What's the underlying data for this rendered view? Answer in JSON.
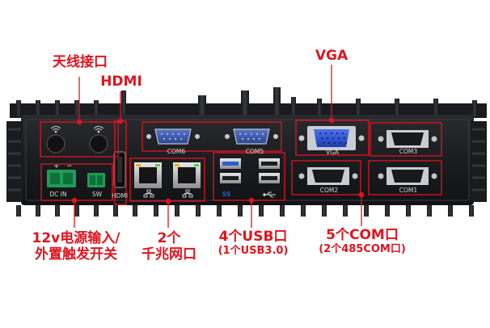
{
  "callouts": {
    "antenna": "天线接口",
    "hdmi": "HDMI",
    "vga": "VGA",
    "power": [
      "12v电源输入/",
      "外置触发开关"
    ],
    "lan": [
      "2个",
      "千兆网口"
    ],
    "usb": [
      "4个USB口",
      "(1个USB3.0)"
    ],
    "com": [
      "5个COM口",
      "(2个485COM口)"
    ]
  },
  "panel_labels": {
    "com6": "COM6",
    "com5": "COM5",
    "vga": "VGA",
    "com3": "COM3",
    "com2": "COM2",
    "com1": "COM1",
    "hdmi": "HDMI",
    "dcin": "DC IN",
    "sw": "SW",
    "ss": "SS"
  },
  "colors": {
    "accent": "#e0141e",
    "chassis": "#1c1d20",
    "vga_port": "#2c4fd0",
    "db9_port": "#3b5ba8",
    "terminal": "#1f9c56",
    "usb3": "#2a62c9"
  },
  "icons": [
    "wifi-icon",
    "network-icon",
    "usb-icon"
  ]
}
